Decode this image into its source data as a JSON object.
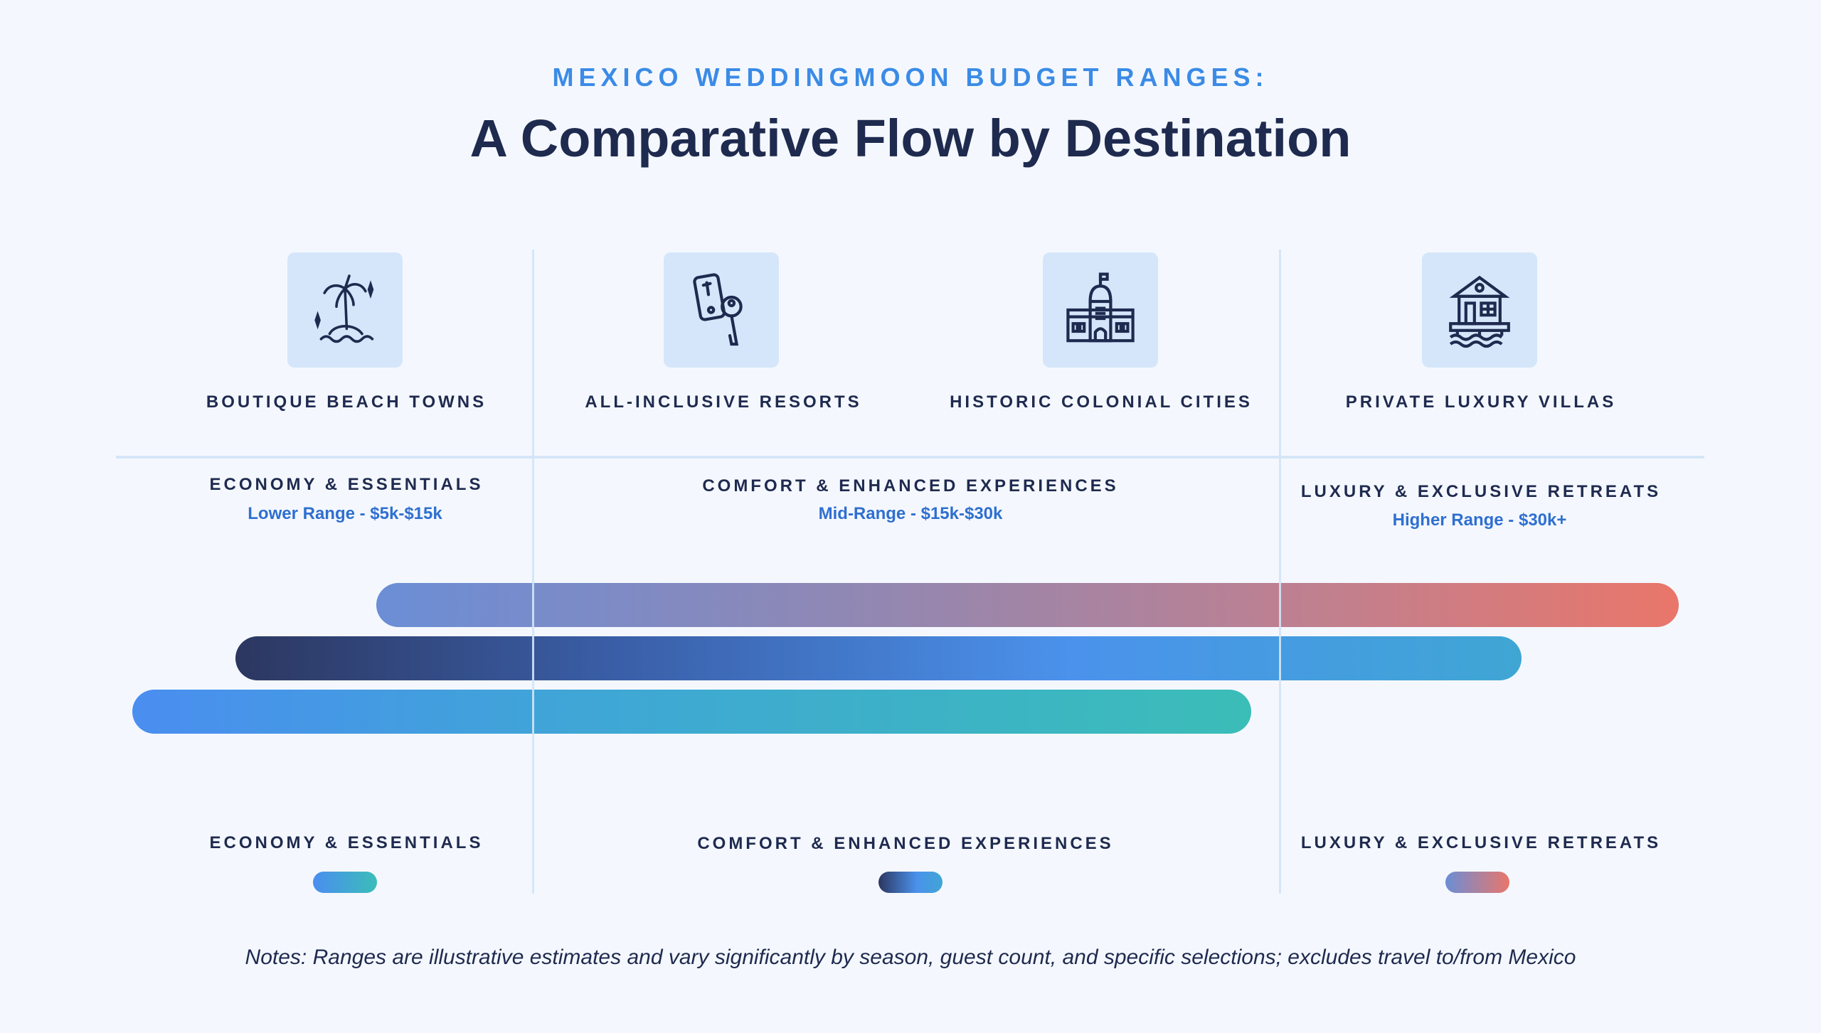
{
  "header": {
    "subtitle": "MEXICO WEDDINGMOON BUDGET RANGES:",
    "title": "A Comparative Flow by Destination"
  },
  "destinations": [
    {
      "label": "BOUTIQUE BEACH TOWNS",
      "icon": "palm-island-icon"
    },
    {
      "label": "ALL-INCLUSIVE RESORTS",
      "icon": "keycard-key-icon"
    },
    {
      "label": "HISTORIC COLONIAL CITIES",
      "icon": "colonial-building-icon"
    },
    {
      "label": "PRIVATE LUXURY VILLAS",
      "icon": "overwater-villa-icon"
    }
  ],
  "tiers": [
    {
      "label": "ECONOMY & ESSENTIALS",
      "range": "Lower Range - $5k-$15k",
      "colors": [
        "#4a8ef0",
        "#3bbdb8"
      ]
    },
    {
      "label": "COMFORT & ENHANCED EXPERIENCES",
      "range": "Mid-Range - $15k-$30k",
      "colors": [
        "#2c3760",
        "#4b92ec",
        "#3fa6d4"
      ]
    },
    {
      "label": "LUXURY & EXCLUSIVE RETREATS",
      "range": "Higher Range - $30k+",
      "colors": [
        "#6b8ed6",
        "#e9766a"
      ]
    }
  ],
  "notes": "Notes: Ranges are illustrative estimates and vary significantly by season, guest count, and specific selections; excludes travel to/from Mexico"
}
